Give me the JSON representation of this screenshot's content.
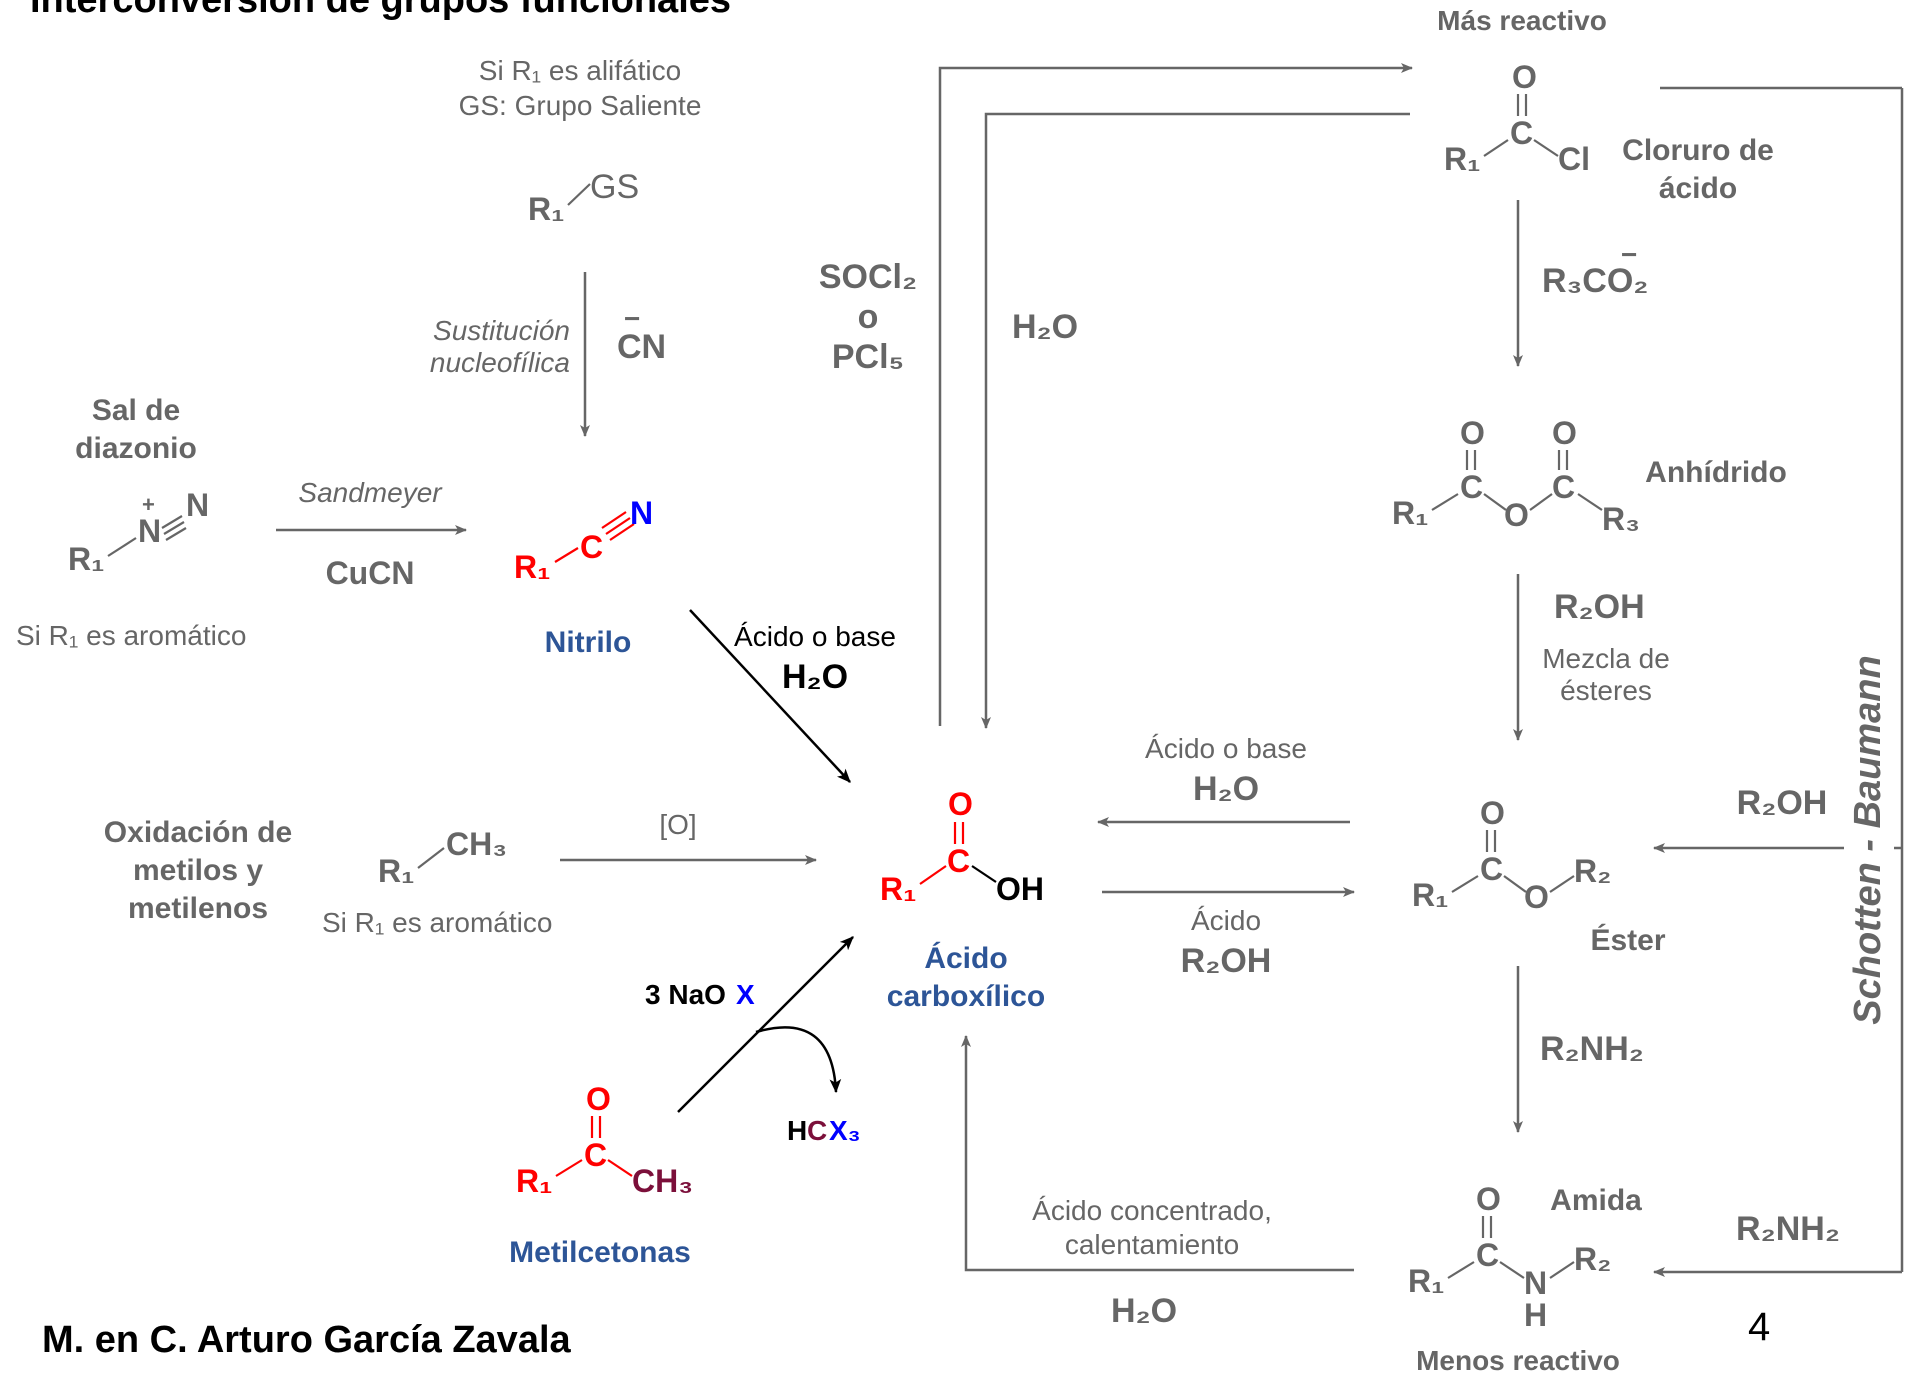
{
  "title": "Interconversión de grupos funcionales",
  "author": "M. en C. Arturo García Zavala",
  "page_number": "4",
  "colors": {
    "gray": "#666666",
    "red": "#ff0000",
    "blue": "#0000ff",
    "navy": "#2d5597",
    "maroon": "#7b0f3a",
    "black": "#000000"
  },
  "left": {
    "cond_aliphatic": "Si R₁ es alifático",
    "gs_def": "GS: Grupo Saliente",
    "r1": "R₁",
    "gs": "GS",
    "sust_1": "Sustitución",
    "sust_2": "nucleofílica",
    "cn_reagent": "CN",
    "diazo_1": "Sal de",
    "diazo_2": "diazonio",
    "n": "N",
    "plus": "+",
    "sandmeyer": "Sandmeyer",
    "cucn": "CuCN",
    "cond_aromatic_1": "Si R₁ es aromático",
    "c": "C",
    "nitrilo_label": "Nitrilo",
    "acid_or_base": "Ácido o base",
    "h2o": "H₂O",
    "oxid_1": "Oxidación de",
    "oxid_2": "metilos y",
    "oxid_3": "metilenos",
    "ch3": "CH₃",
    "cond_aromatic_2": "Si R₁ es aromático",
    "oxidant": "[O]",
    "naox": "3 NaO",
    "x": "X",
    "hcx3_h": "H",
    "hcx3_c": "C",
    "hcx3_x": "X₃",
    "o": "O",
    "metilcetonas_label": "Metilcetonas"
  },
  "center": {
    "socl2": "SOCl₂",
    "o_conj": "o",
    "pcl5": "PCl₅",
    "h2o_top": "H₂O",
    "r1": "R₁",
    "c": "C",
    "o": "O",
    "oh": "OH",
    "acid_label_1": "Ácido",
    "acid_label_2": "carboxílico",
    "hydrolysis_1": "Ácido o base",
    "hydrolysis_2": "H₂O",
    "ester_1": "Ácido",
    "ester_2": "R₂OH",
    "amide_hyd_1": "Ácido concentrado,",
    "amide_hyd_2": "calentamiento",
    "amide_hyd_3": "H₂O"
  },
  "right": {
    "most_reactive": "Más reactivo",
    "o": "O",
    "c": "C",
    "r1": "R₁",
    "cl": "Cl",
    "chloride_1": "Cloruro de",
    "chloride_2": "ácido",
    "carboxylate": "R₃CO₂",
    "minus": "−",
    "r3": "R₃",
    "anhydride": "Anhídrido",
    "r2oh": "R₂OH",
    "mix_1": "Mezcla de",
    "mix_2": "ésteres",
    "r2": "R₂",
    "ester_label": "Éster",
    "r2nh2": "R₂NH₂",
    "n": "N",
    "h": "H",
    "amide_label": "Amida",
    "least_reactive": "Menos reactivo",
    "sb_r2oh": "R₂OH",
    "sb_r2nh2": "R₂NH₂",
    "schotten": "Schotten - Baumann"
  }
}
